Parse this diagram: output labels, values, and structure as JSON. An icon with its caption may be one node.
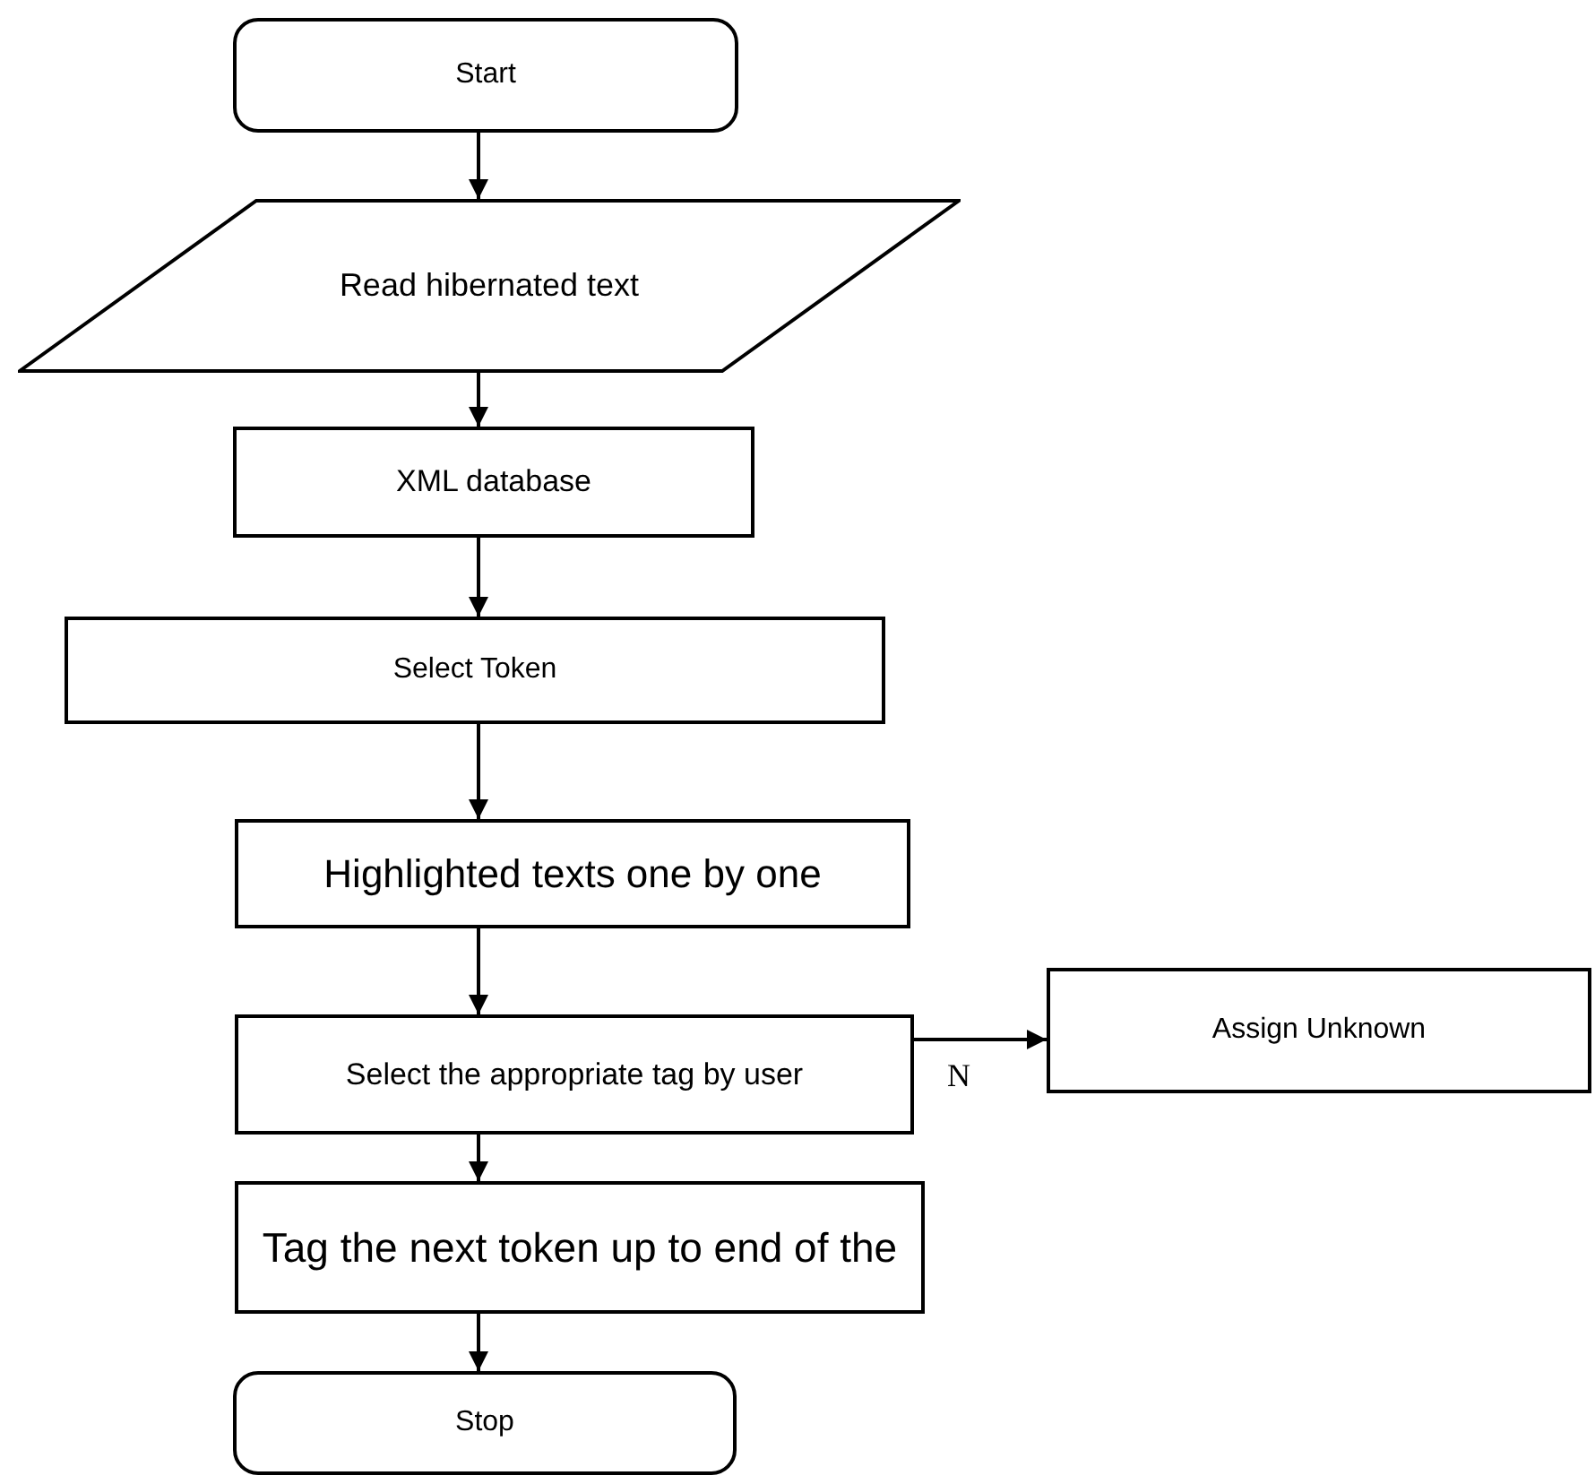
{
  "diagram": {
    "nodes": [
      {
        "text": [
          "Start"
        ]
      },
      {
        "text": [
          "Read hibernated text"
        ]
      },
      {
        "text": [
          "XML database"
        ]
      },
      {
        "text": [
          "Select Token"
        ]
      },
      {
        "text": [
          "Highlighted texts one by one"
        ]
      },
      {
        "text": [
          "Select the appropriate tag by user"
        ]
      },
      {
        "text": [
          "Assign Unknown"
        ]
      },
      {
        "text": [
          "Tag the next token up to end of the"
        ]
      },
      {
        "text": [
          "Stop"
        ]
      }
    ],
    "edges": [
      {
        "from": 0,
        "to": 1,
        "arrow": "to"
      },
      {
        "from": 1,
        "to": 2,
        "arrow": "to"
      },
      {
        "from": 2,
        "to": 3,
        "arrow": "to"
      },
      {
        "from": 3,
        "to": 4,
        "arrow": "to"
      },
      {
        "from": 4,
        "to": 5,
        "arrow": "to"
      },
      {
        "from": 5,
        "to": 6,
        "arrow": "to",
        "label": "N"
      },
      {
        "from": 5,
        "to": 7,
        "arrow": "to"
      },
      {
        "from": 7,
        "to": 8,
        "arrow": "to"
      }
    ]
  }
}
